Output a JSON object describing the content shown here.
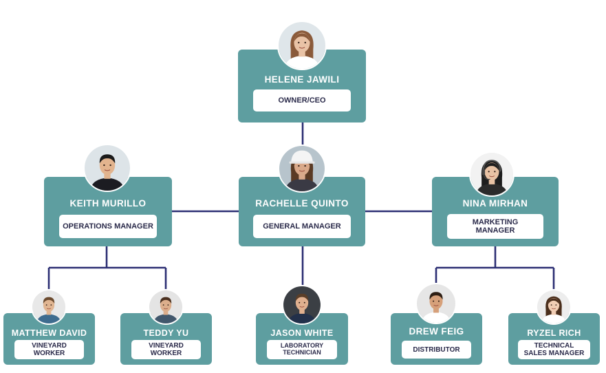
{
  "people": {
    "ceo": {
      "name": "HELENE JAWILI",
      "role": "OWNER/CEO",
      "icon": "woman-portrait-icon",
      "skin": "#e9c3a6",
      "hair": "#8a5a3a",
      "bg": "#dfe6ea",
      "shirt": "#ffffff"
    },
    "ops": {
      "name": "KEITH MURILLO",
      "role": "OPERATIONS MANAGER",
      "icon": "man-portrait-icon",
      "skin": "#e2b48e",
      "hair": "#1b1b1b",
      "bg": "#dde4e8",
      "shirt": "#1c1c22"
    },
    "gm": {
      "name": "RACHELLE QUINTO",
      "role": "GENERAL MANAGER",
      "icon": "woman-hardhat-portrait-icon",
      "skin": "#d9a98a",
      "hair": "#5a3a24",
      "bg": "#b7c4cc",
      "shirt": "#3a3a44"
    },
    "mkt": {
      "name": "NINA MIRHAN",
      "role": "MARKETING\nMANAGER",
      "icon": "woman-headset-portrait-icon",
      "skin": "#e8c2a4",
      "hair": "#1e1e1e",
      "bg": "#f2f2f2",
      "shirt": "#2b2b2b"
    },
    "matthew": {
      "name": "MATTHEW DAVID",
      "role": "VINEYARD\nWORKER",
      "icon": "man-portrait-icon",
      "skin": "#e0b592",
      "hair": "#6b4a2e",
      "bg": "#e8e8e8",
      "shirt": "#3e6c8f"
    },
    "teddy": {
      "name": "TEDDY YU",
      "role": "VINEYARD\nWORKER",
      "icon": "man-portrait-icon",
      "skin": "#dcae8c",
      "hair": "#4a3020",
      "bg": "#e4e4e4",
      "shirt": "#41576c"
    },
    "jason": {
      "name": "JASON WHITE",
      "role": "LABORATORY\nTECHNICIAN",
      "icon": "man-portrait-icon",
      "skin": "#e0b08f",
      "hair": "#5a3e28",
      "bg": "#3b3f44",
      "shirt": "#22304a"
    },
    "drew": {
      "name": "DREW FEIG",
      "role": "DISTRIBUTOR",
      "icon": "man-portrait-icon",
      "skin": "#d6a07a",
      "hair": "#2e1f14",
      "bg": "#e6e6e6",
      "shirt": "#ffffff"
    },
    "ryzel": {
      "name": "RYZEL RICH",
      "role": "TECHNICAL\nSALES  MANAGER",
      "icon": "woman-portrait-icon",
      "skin": "#f0cdb4",
      "hair": "#4a2e1c",
      "bg": "#ededed",
      "shirt": "#ffffff"
    }
  }
}
